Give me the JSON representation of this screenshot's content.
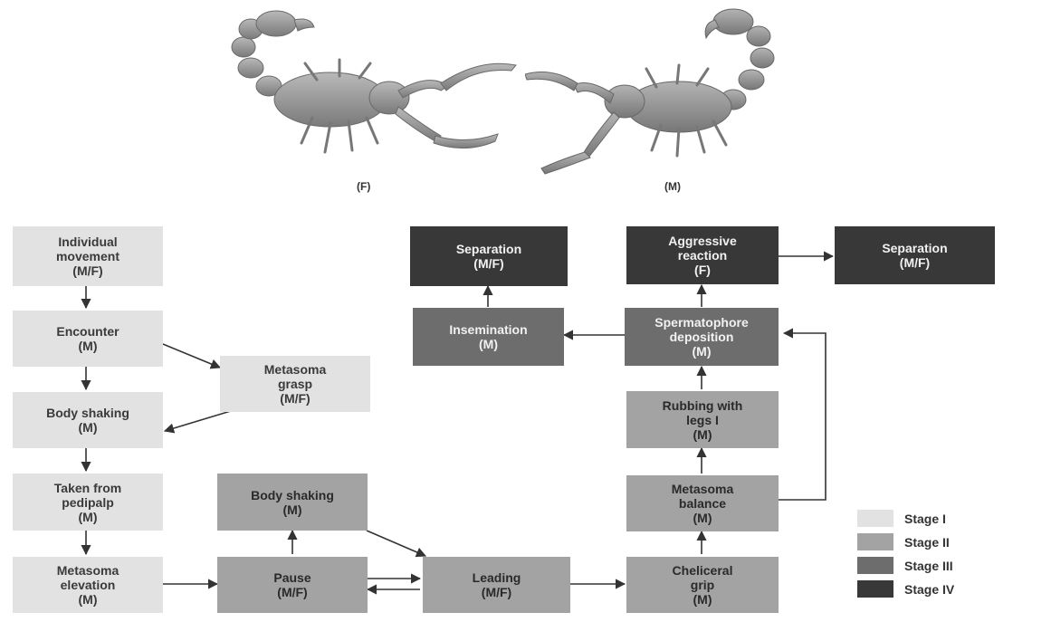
{
  "specimens": {
    "female_label": "(F)",
    "male_label": "(M)"
  },
  "colors": {
    "stage_1": "#e2e2e2",
    "stage_2": "#a3a3a3",
    "stage_3": "#6d6d6d",
    "stage_4": "#383838"
  },
  "nodes": {
    "individual_movement": {
      "line1": "Individual",
      "line2": "movement",
      "line3": "(M/F)"
    },
    "encounter": {
      "line1": "Encounter",
      "line2": "(M)"
    },
    "metasoma_grasp": {
      "line1": "Metasoma",
      "line2": "grasp",
      "line3": "(M/F)"
    },
    "body_shaking_left": {
      "line1": "Body shaking",
      "line2": "(M)"
    },
    "taken_from_pedipalp": {
      "line1": "Taken from",
      "line2": "pedipalp",
      "line3": "(M)"
    },
    "metasoma_elevation": {
      "line1": "Metasoma",
      "line2": "elevation",
      "line3": "(M)"
    },
    "body_shaking_mid": {
      "line1": "Body shaking",
      "line2": "(M)"
    },
    "pause": {
      "line1": "Pause",
      "line2": "(M/F)"
    },
    "leading": {
      "line1": "Leading",
      "line2": "(M/F)"
    },
    "cheliceral_grip": {
      "line1": "Cheliceral",
      "line2": "grip",
      "line3": "(M)"
    },
    "metasoma_balance": {
      "line1": "Metasoma",
      "line2": "balance",
      "line3": "(M)"
    },
    "rubbing_with_legs": {
      "line1": "Rubbing with",
      "line2": "legs I",
      "line3": "(M)"
    },
    "spermatophore_deposition": {
      "line1": "Spermatophore",
      "line2": "deposition",
      "line3": "(M)"
    },
    "insemination": {
      "line1": "Insemination",
      "line2": "(M)"
    },
    "separation_left": {
      "line1": "Separation",
      "line2": "(M/F)"
    },
    "aggressive_reaction": {
      "line1": "Aggressive",
      "line2": "reaction",
      "line3": "(F)"
    },
    "separation_right": {
      "line1": "Separation",
      "line2": "(M/F)"
    }
  },
  "legend": [
    {
      "label": "Stage I",
      "color": "#e2e2e2"
    },
    {
      "label": "Stage II",
      "color": "#a3a3a3"
    },
    {
      "label": "Stage III",
      "color": "#6d6d6d"
    },
    {
      "label": "Stage IV",
      "color": "#383838"
    }
  ]
}
